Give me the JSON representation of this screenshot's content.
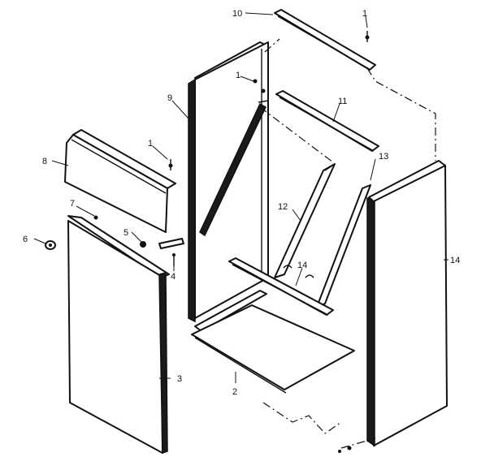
{
  "callouts": {
    "c1a": "1",
    "c1b": "1",
    "c1c": "1",
    "c2": "2",
    "c3": "3",
    "c4": "4",
    "c5": "5",
    "c6": "6",
    "c7": "7",
    "c8": "8",
    "c9": "9",
    "c10": "10",
    "c11": "11",
    "c12": "12",
    "c13": "13",
    "c14": "14",
    "c14b": "14"
  }
}
